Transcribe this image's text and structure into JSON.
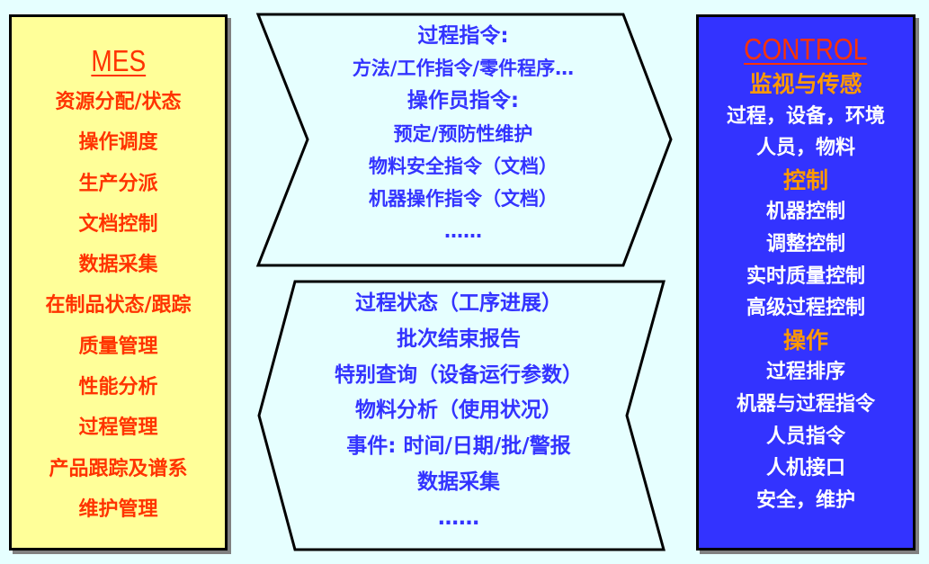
{
  "colors": {
    "background": "#E6FFFF",
    "mes_panel_bg": "#FFFF99",
    "mes_text": "#FF3300",
    "control_panel_bg": "#3333FF",
    "control_title": "#FF3300",
    "control_heading": "#FF9900",
    "control_text": "#FFFFFF",
    "arrow_fill": "#E6FFFF",
    "arrow_text": "#3333FF",
    "border": "#000000",
    "shadow": "#808080"
  },
  "mes": {
    "title": "MES",
    "items": [
      "资源分配/状态",
      "操作调度",
      "生产分派",
      "文档控制",
      "数据采集",
      "在制品状态/跟踪",
      "质量管理",
      "性能分析",
      "过程管理",
      "产品跟踪及谱系",
      "维护管理"
    ]
  },
  "top_arrow": {
    "direction": "right",
    "lines": [
      "过程指令:",
      "方法/工作指令/零件程序…",
      "操作员指令:",
      "预定/预防性维护",
      "物料安全指令（文档）",
      "机器操作指令（文档）",
      "……"
    ]
  },
  "bottom_arrow": {
    "direction": "left",
    "lines": [
      "过程状态（工序进展）",
      "批次结束报告",
      "特别查询（设备运行参数）",
      "物料分析（使用状况）",
      "事件: 时间/日期/批/警报",
      "数据采集",
      "……"
    ]
  },
  "control": {
    "title": "CONTROL",
    "rows": [
      {
        "text": "监视与传感",
        "type": "head"
      },
      {
        "text": "过程，设备，环境",
        "type": "sub"
      },
      {
        "text": "人员，物料",
        "type": "sub"
      },
      {
        "text": "控制",
        "type": "head"
      },
      {
        "text": "机器控制",
        "type": "sub"
      },
      {
        "text": "调整控制",
        "type": "sub"
      },
      {
        "text": "实时质量控制",
        "type": "sub"
      },
      {
        "text": "高级过程控制",
        "type": "sub"
      },
      {
        "text": "操作",
        "type": "head"
      },
      {
        "text": "过程排序",
        "type": "sub"
      },
      {
        "text": "机器与过程指令",
        "type": "sub"
      },
      {
        "text": "人员指令",
        "type": "sub"
      },
      {
        "text": "人机接口",
        "type": "sub"
      },
      {
        "text": "安全，维护",
        "type": "sub"
      }
    ]
  }
}
